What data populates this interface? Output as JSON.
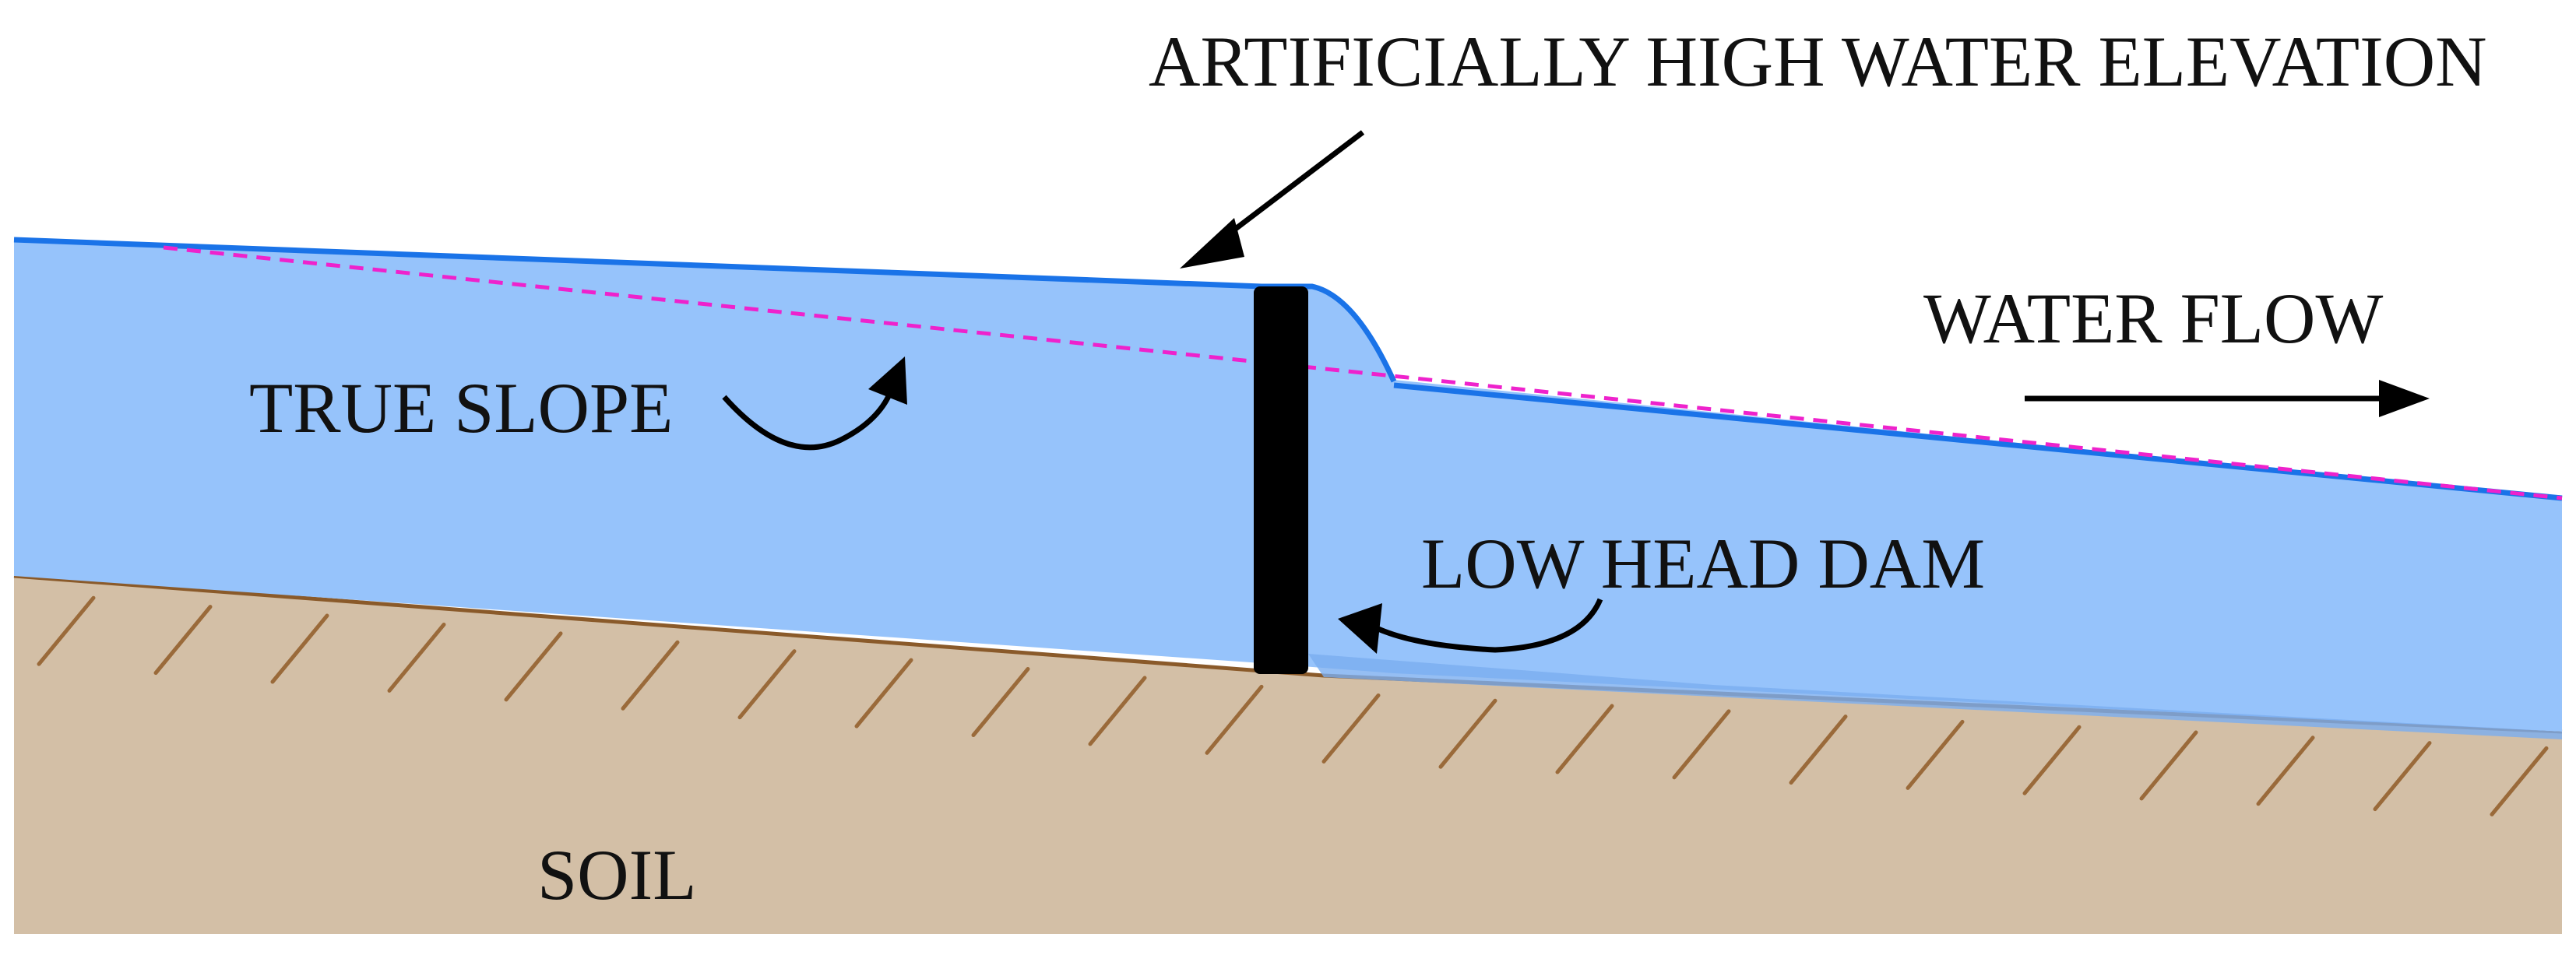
{
  "labels": {
    "top_annotation": "ARTIFICIALLY HIGH WATER ELEVATION",
    "true_slope": "TRUE SLOPE",
    "water_flow": "WATER FLOW",
    "low_head_dam": "LOW HEAD DAM",
    "soil": "SOIL"
  },
  "colors": {
    "water_fill": "#96c3fb",
    "water_surface": "#1a73e8",
    "true_slope_line": "#ee22cc",
    "soil_fill": "#d3bfa6",
    "soil_hatch": "#9a6a3a",
    "dam": "#000000",
    "arrow": "#000000"
  },
  "icons": [
    "flow-arrow-icon",
    "curved-arrow-icon",
    "pointer-arrow-icon",
    "hatch-lines"
  ]
}
